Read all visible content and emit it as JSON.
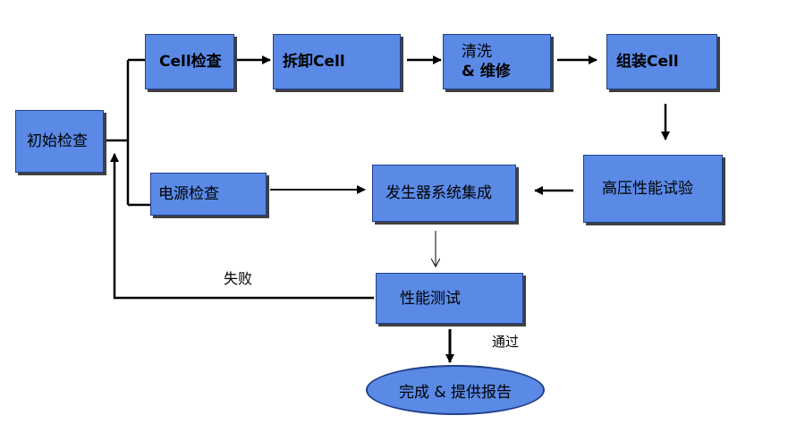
{
  "nodes": {
    "initial_check": "初始检查",
    "cell_check": "Cell检查",
    "disassemble_cell": "拆卸Cell",
    "clean_repair_line1": "清洗",
    "clean_repair_line2": "& 维修",
    "assemble_cell": "组装Cell",
    "hv_performance_test": "高压性能试验",
    "generator_integration": "发生器系统集成",
    "power_check": "电源检查",
    "performance_test": "性能测试",
    "complete_report": "完成 & 提供报告"
  },
  "edge_labels": {
    "fail": "失败",
    "pass": "通过"
  },
  "colors": {
    "box_fill": "#5a8ae6",
    "box_border": "#1f3f8a"
  }
}
